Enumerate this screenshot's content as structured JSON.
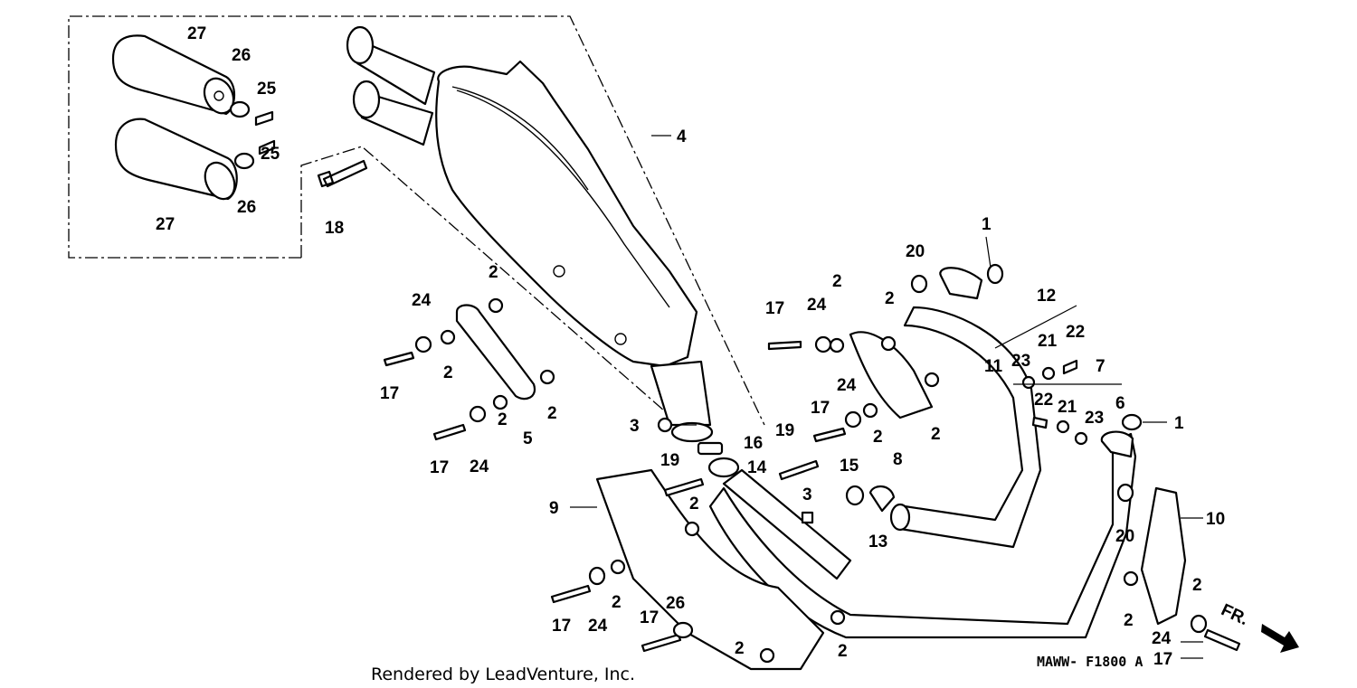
{
  "diagram": {
    "callouts": [
      "27",
      "26",
      "25",
      "25",
      "26",
      "27",
      "18",
      "4",
      "2",
      "24",
      "2",
      "17",
      "2",
      "5",
      "2",
      "24",
      "17",
      "3",
      "16",
      "14",
      "19",
      "2",
      "9",
      "2",
      "24",
      "17",
      "17",
      "26",
      "2",
      "2",
      "17",
      "24",
      "2",
      "2",
      "20",
      "1",
      "12",
      "22",
      "21",
      "23",
      "11",
      "7",
      "22",
      "21",
      "23",
      "6",
      "1",
      "24",
      "17",
      "2",
      "8",
      "2",
      "19",
      "15",
      "3",
      "13",
      "20",
      "10",
      "2",
      "2",
      "24",
      "17"
    ],
    "fr_label": "FR.",
    "diagram_code": "MAWW- F1800 A",
    "credit": "Rendered by LeadVenture, Inc."
  }
}
